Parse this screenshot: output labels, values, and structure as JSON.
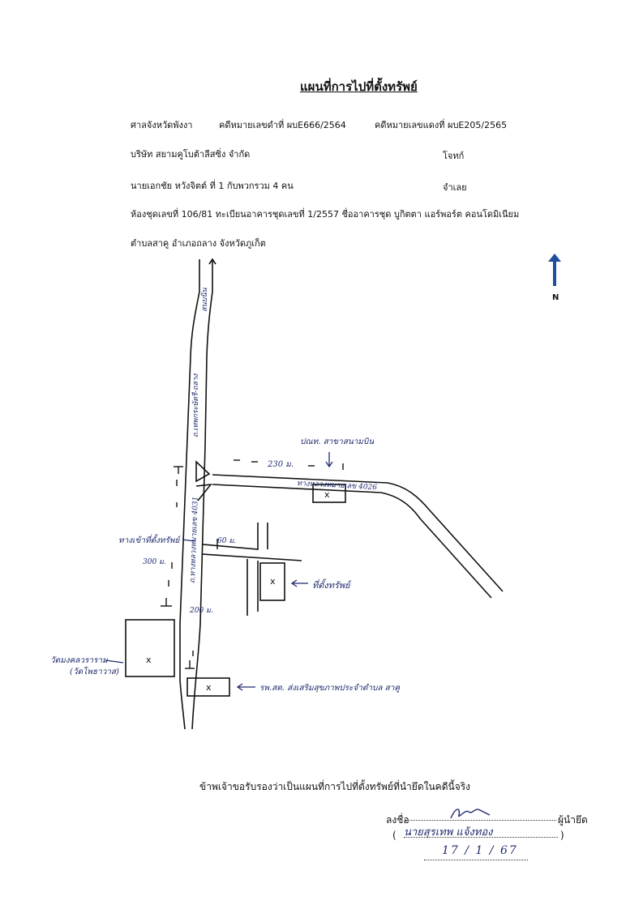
{
  "title": "แผนที่การไปที่ตั้งทรัพย์",
  "header": {
    "court": "ศาลจังหวัดพังงา",
    "black_case": "คดีหมายเลขดำที่ ผบE666/2564",
    "red_case": "คดีหมายเลขแดงที่ ผบE205/2565",
    "plaintiff": "บริษัท สยามคูโบต้าลีสซิ่ง จำกัด",
    "plaintiff_role": "โจทก์",
    "defendant": "นายเอกชัย หวังจิตต์ ที่ 1 กับพวกรวม 4 คน",
    "defendant_role": "จำเลย",
    "property": "ห้องชุดเลขที่ 106/81 ทะเบียนอาคารชุดเลขที่ 1/2557 ชื่ออาคารชุด บูกิตตา แอร์พอร์ต คอนโดมิเนียม",
    "location": "ตำบลสาคู อำเภอถลาง จังหวัดภูเก็ต"
  },
  "compass": {
    "label": "N",
    "color": "#1f4e9e"
  },
  "map_labels": {
    "top_road": "สนบนิน",
    "main_road": "ถ.เทพกระษัตรี-ถลาง",
    "main_road_lower": "ถ.ทางหลวงหมายเลข 4031",
    "side_road": "ทางหลวงหมายเลข 4026",
    "post_office": "ปณท. สาขาสนามบิน",
    "dist_230": "230 ม.",
    "dist_60": "60 ม.",
    "dist_300": "300 ม.",
    "dist_200": "200 ม.",
    "entrance": "ทางเข้าที่ตั้งทรัพย์",
    "property_here": "ที่ตั้งทรัพย์",
    "temple": "วัดมงคลวราราม",
    "temple_alt": "(วัดโพธาวาส)",
    "health": "รพ.สต. ส่งเสริมสุขภาพประจำตำบล สาคู",
    "mark": "x"
  },
  "certification": "ข้าพเจ้าขอรับรองว่าเป็นแผนที่การไปที่ตั้งทรัพย์ที่นำยึดในคดีนี้จริง",
  "signature": {
    "sign_label": "ลงชื่อ",
    "role": "ผู้นำยึด",
    "paren_open": "(",
    "paren_close": ")",
    "name": "นายสุรเทพ แจ้งทอง",
    "date": "17 / 1 / 67"
  }
}
